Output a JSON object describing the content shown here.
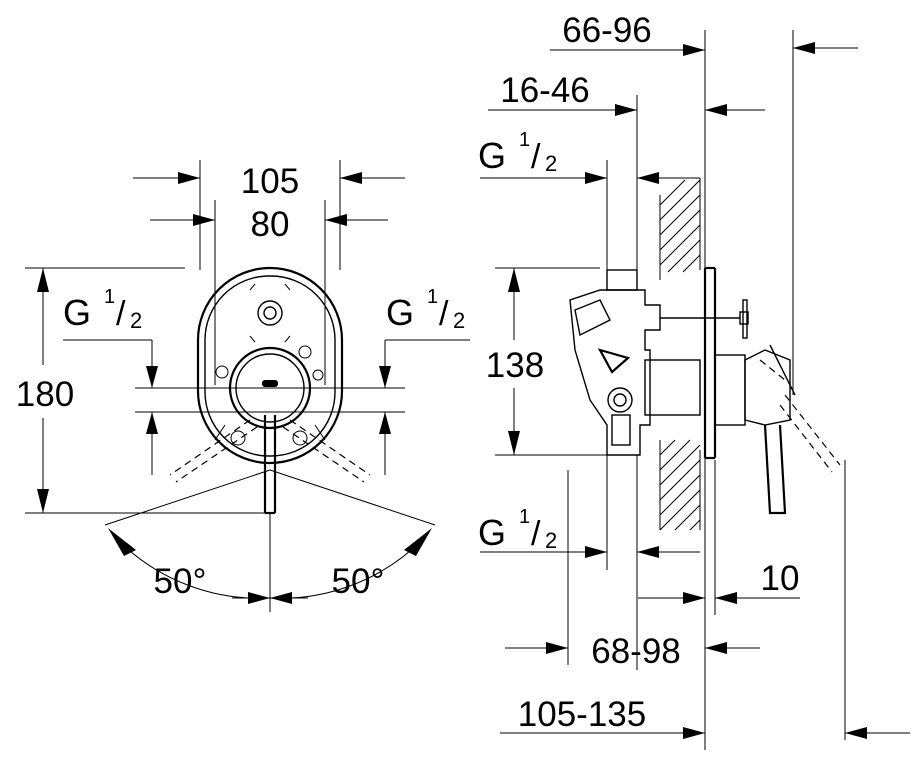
{
  "front_view": {
    "width_outer": "105",
    "width_inner": "80",
    "height": "180",
    "left_port": {
      "letter": "G",
      "numerator": "1",
      "denominator": "2"
    },
    "right_port": {
      "letter": "G",
      "numerator": "1",
      "denominator": "2"
    },
    "angle_left": "50°",
    "angle_right": "50°"
  },
  "side_view": {
    "depth_adjust_top": "66-96",
    "depth_adjust_inner": "16-46",
    "port_top": {
      "letter": "G",
      "numerator": "1",
      "denominator": "2"
    },
    "height": "138",
    "port_bottom": {
      "letter": "G",
      "numerator": "1",
      "denominator": "2"
    },
    "plate_thickness": "10",
    "depth_body": "68-98",
    "depth_total": "105-135"
  }
}
